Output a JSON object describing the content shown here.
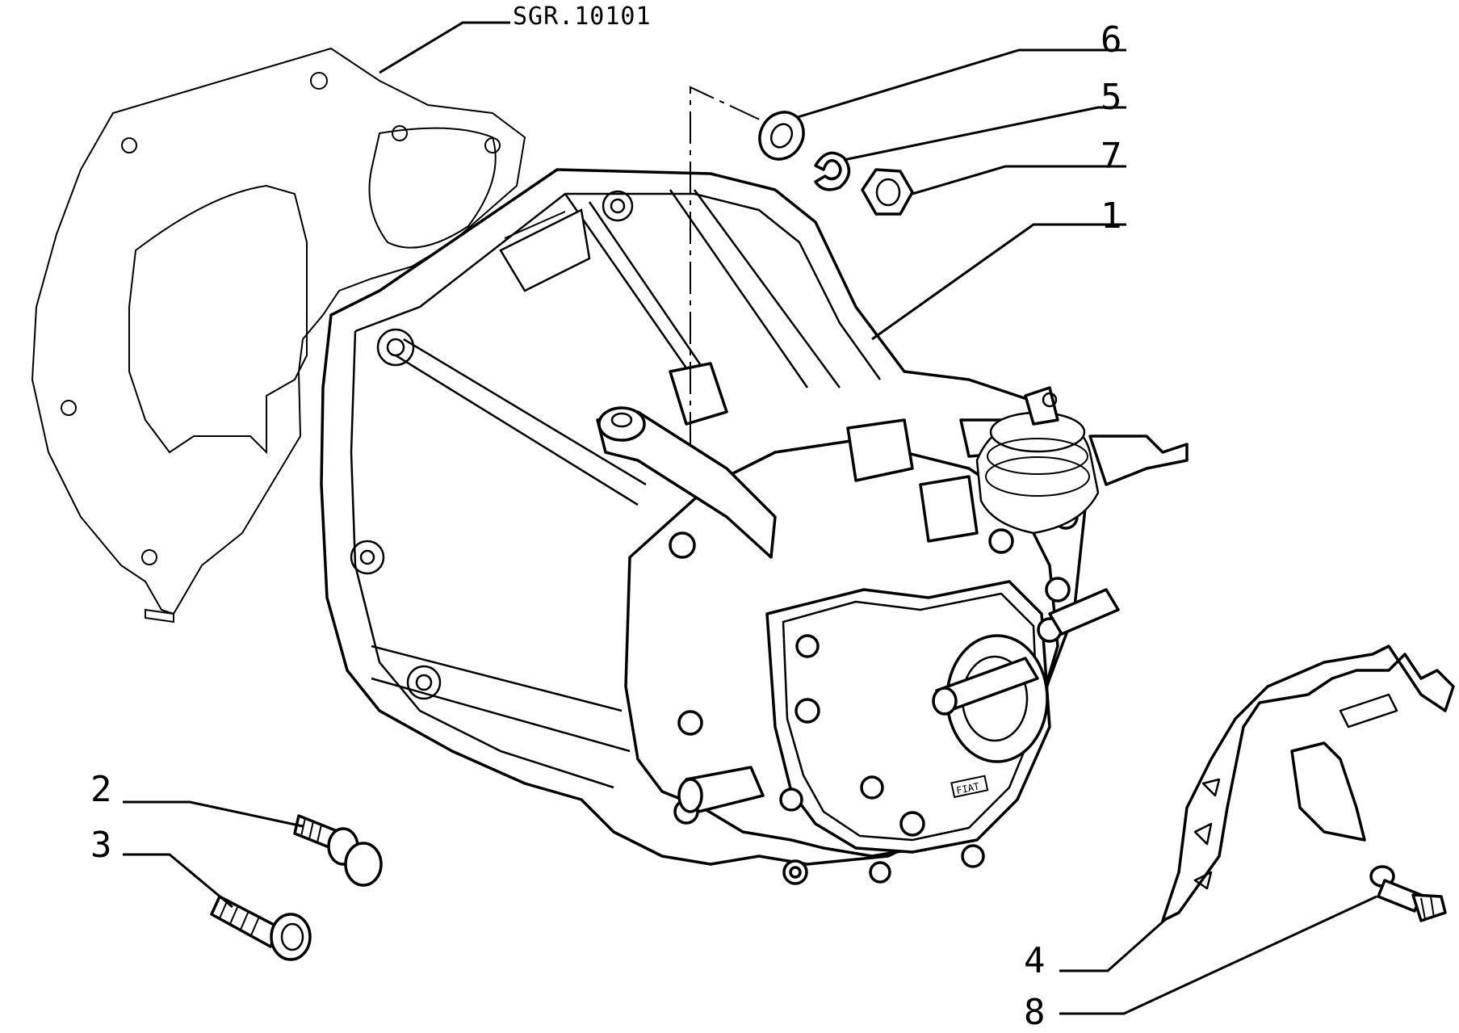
{
  "drawing": {
    "reference_code": "SGR.10101",
    "callouts": [
      {
        "id": "1",
        "label": "1"
      },
      {
        "id": "2",
        "label": "2"
      },
      {
        "id": "3",
        "label": "3"
      },
      {
        "id": "4",
        "label": "4"
      },
      {
        "id": "5",
        "label": "5"
      },
      {
        "id": "6",
        "label": "6"
      },
      {
        "id": "7",
        "label": "7"
      },
      {
        "id": "8",
        "label": "8"
      }
    ],
    "stamp_text": "FIAT"
  },
  "colors": {
    "ink": "#000000",
    "paper": "#ffffff"
  }
}
